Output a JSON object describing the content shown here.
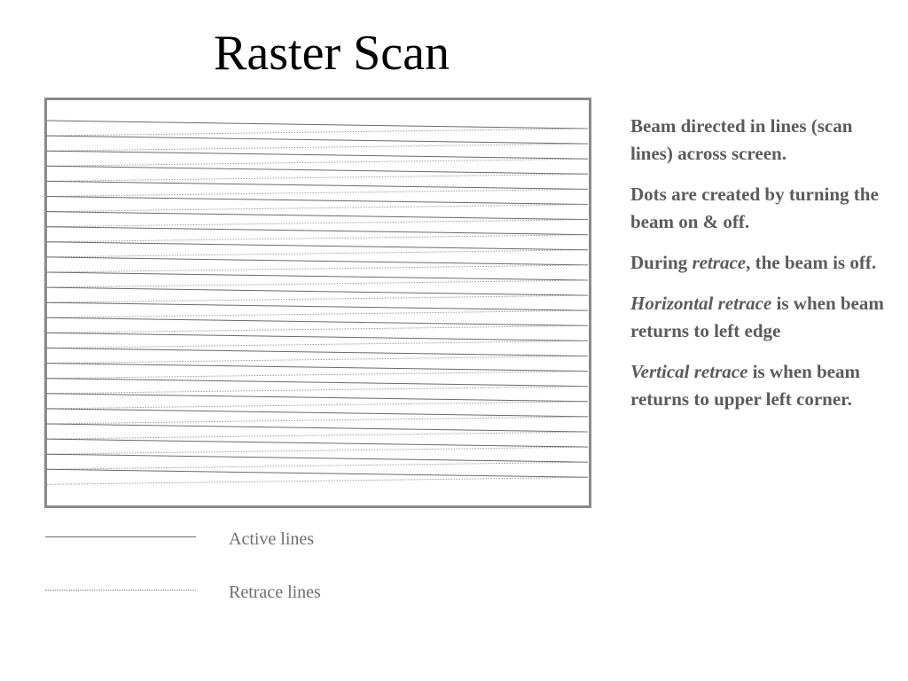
{
  "title": "Raster Scan",
  "diagram": {
    "scan_line_count": 24,
    "frame_color": "#8a8a8a",
    "active_line_color": "#6a6a6a",
    "retrace_line_color": "#9a9a9a"
  },
  "notes": {
    "p1": "Beam directed in lines (scan lines) across screen.",
    "p2": "Dots are created by turning the beam on & off.",
    "p3_before": "During ",
    "p3_italic": "retrace",
    "p3_after": ", the beam is off.",
    "p4_italic": "Horizontal retrace",
    "p4_after": " is when beam returns to left edge",
    "p5_italic": "Vertical retrace",
    "p5_after": " is when beam returns to upper left corner."
  },
  "legend": {
    "active_label": "Active lines",
    "retrace_label": "Retrace lines"
  }
}
